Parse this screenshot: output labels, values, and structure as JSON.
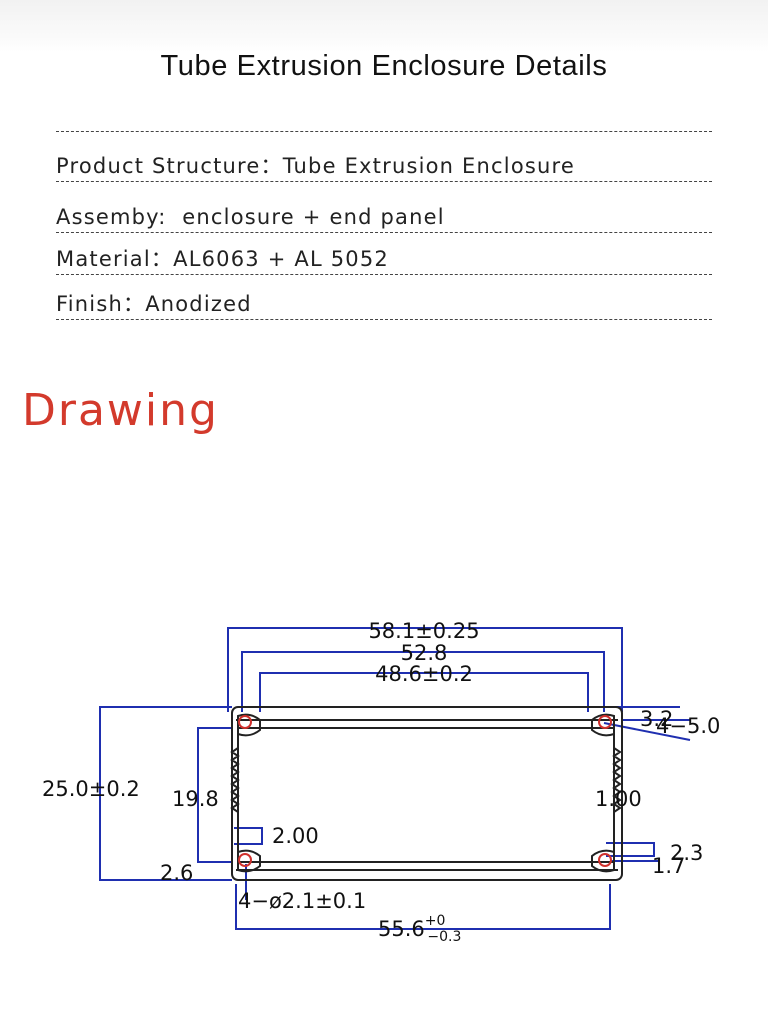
{
  "header": {
    "title": "Tube Extrusion Enclosure Details"
  },
  "specs": [
    {
      "label": "Product Structure",
      "value": "Tube Extrusion Enclosure"
    },
    {
      "label": "Assemby",
      "value": "enclosure + end panel"
    },
    {
      "label": "Material",
      "value": "AL6063 + AL 5052"
    },
    {
      "label": "Finish",
      "value": "Anodized"
    }
  ],
  "drawing": {
    "heading": "Drawing",
    "dimensions": {
      "overall_width": "58.1±0.25",
      "outer_hole_spacing": "52.8",
      "inner_hole_spacing": "48.6±0.2",
      "overall_height": "25.0±0.2",
      "inner_height": "19.8",
      "slot_width": "2.00",
      "bottom_offset": "2.6",
      "hole_callout": "4−ø2.1±0.1",
      "bottom_width_base": "55.6",
      "bottom_width_upper_tol": "+0",
      "bottom_width_lower_tol": "−0.3",
      "top_offset": "3.2",
      "top_right_callout": "4−5.0",
      "wall_thickness": "1.00",
      "right_lower_a": "2.3",
      "right_lower_b": "1.7"
    },
    "colors": {
      "dimension_line": "#1f2fb0",
      "outline": "#222222",
      "hole_mark": "#d0312d"
    }
  }
}
